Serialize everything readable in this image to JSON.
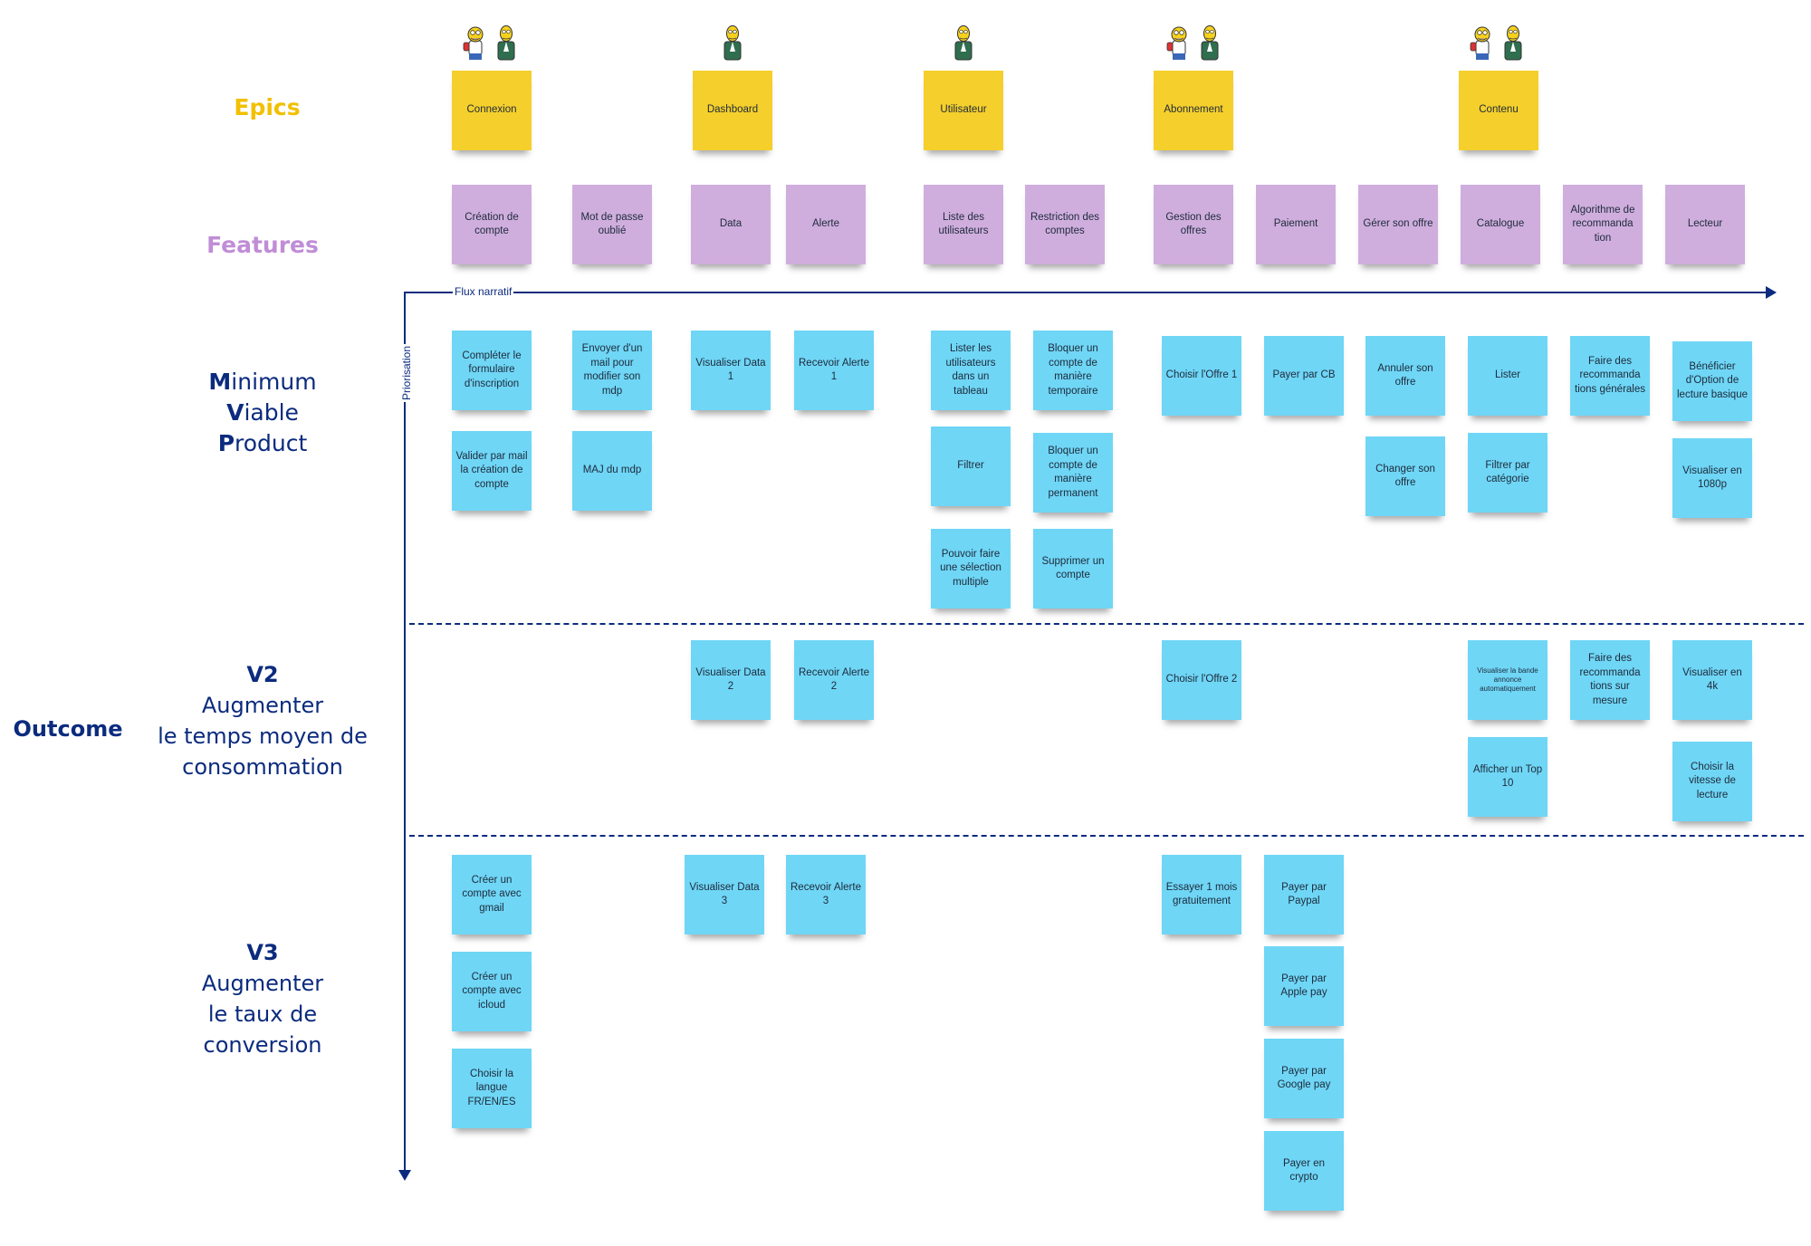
{
  "rows": {
    "epics": "Epics",
    "features": "Features",
    "mvp": {
      "line1_initial": "M",
      "line1_rest": "inimum",
      "line2_initial": "V",
      "line2_rest": "iable",
      "line3_initial": "P",
      "line3_rest": "roduct"
    },
    "v2": {
      "title": "V2",
      "line1": "Augmenter",
      "line2": "le temps moyen de",
      "line3": "consommation"
    },
    "v3": {
      "title": "V3",
      "line1": "Augmenter",
      "line2": "le taux de",
      "line3": "conversion"
    },
    "outcome": "Outcome"
  },
  "axes": {
    "horizontal": "Flux narratif",
    "vertical": "Priorisation"
  },
  "epics": [
    "Connexion",
    "Dashboard",
    "Utilisateur",
    "Abonnement",
    "Contenu"
  ],
  "features": [
    "Création de compte",
    "Mot de passe oublié",
    "Data",
    "Alerte",
    "Liste des utilisateurs",
    "Restriction des comptes",
    "Gestion des offres",
    "Paiement",
    "Gérer son offre",
    "Catalogue",
    "Algorithme de recommanda tion",
    "Lecteur"
  ],
  "mvp_stories": [
    "Compléter le formulaire d'inscription",
    "Valider par mail la création de compte",
    "Envoyer d'un mail pour modifier son mdp",
    "MAJ du mdp",
    "Visualiser Data 1",
    "Recevoir Alerte 1",
    "Lister les utilisateurs dans un tableau",
    "Filtrer",
    "Pouvoir faire une sélection multiple",
    "Bloquer un compte de manière temporaire",
    "Bloquer un compte de manière permanent",
    "Supprimer un compte",
    "Choisir l'Offre 1",
    "Payer par CB",
    "Annuler son offre",
    "Changer son offre",
    "Lister",
    "Filtrer par catégorie",
    "Faire des recommanda tions générales",
    "Bénéficier d'Option de lecture basique",
    "Visualiser en 1080p"
  ],
  "v2_stories": [
    "Visualiser Data 2",
    "Recevoir Alerte 2",
    "Choisir l'Offre 2",
    "Visualiser la bande annonce automatiquement",
    "Afficher un Top 10",
    "Faire des recommanda tions sur mesure",
    "Visualiser en 4k",
    "Choisir la vitesse de lecture"
  ],
  "v3_stories": [
    "Créer un compte avec gmail",
    "Créer un compte avec icloud",
    "Choisir  la langue FR/EN/ES",
    "Visualiser Data 3",
    "Recevoir Alerte 3",
    "Essayer 1 mois gratuitement",
    "Payer par Paypal",
    "Payer par Apple pay",
    "Payer par Google pay",
    "Payer en crypto"
  ],
  "colors": {
    "epic": "#f5cf2c",
    "feature": "#cfaede",
    "story": "#6fd6f6",
    "navy": "#0b2b7e"
  },
  "icons": [
    "homer-avatar",
    "burns-avatar"
  ]
}
